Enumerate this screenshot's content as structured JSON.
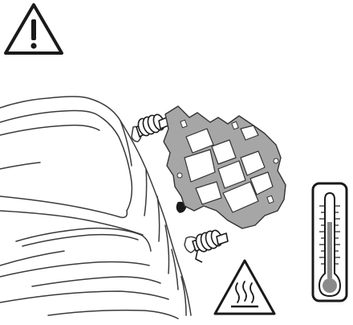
{
  "figure": {
    "kind": "installation illustration",
    "icons": [
      {
        "name": "general-warning-icon",
        "meaning": "caution"
      },
      {
        "name": "hot-surface-warning-icon",
        "meaning": "hot surface"
      },
      {
        "name": "thermometer-icon",
        "meaning": "temperature"
      }
    ],
    "colors": {
      "line": "#1a1a1a",
      "part_fill": "#a6a6a6",
      "background": "#ffffff"
    }
  }
}
